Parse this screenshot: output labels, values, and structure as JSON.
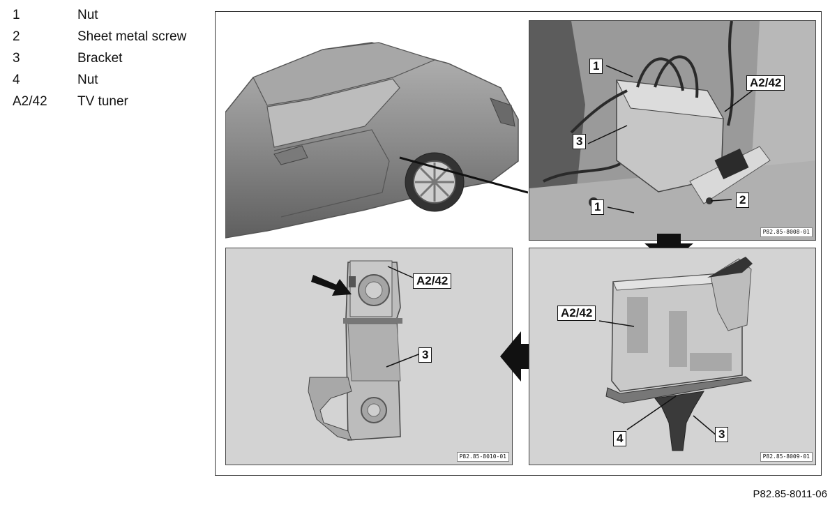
{
  "legend": [
    {
      "num": "1",
      "text": "Nut"
    },
    {
      "num": "2",
      "text": "Sheet metal screw"
    },
    {
      "num": "3",
      "text": "Bracket"
    },
    {
      "num": "4",
      "text": "Nut"
    },
    {
      "num": "A2/42",
      "text": "TV tuner"
    }
  ],
  "panels": {
    "engine_bay": {
      "code": "P82.85-8008-01",
      "callouts": {
        "c1_top": "1",
        "c_a2": "A2/42",
        "c3": "3",
        "c1_bottom": "1",
        "c2": "2"
      }
    },
    "tuner_detail": {
      "code": "P82.85-8009-01",
      "callouts": {
        "c_a2": "A2/42",
        "c4": "4",
        "c3": "3"
      }
    },
    "bracket_detail": {
      "code": "P82.85-8010-01",
      "callouts": {
        "c_a2": "A2/42",
        "c3": "3"
      }
    }
  },
  "figure_code": "P82.85-8011-06",
  "colors": {
    "panel_bg": "#d3d3d3",
    "car_body": "#8e8e8e",
    "ink": "#111111"
  }
}
